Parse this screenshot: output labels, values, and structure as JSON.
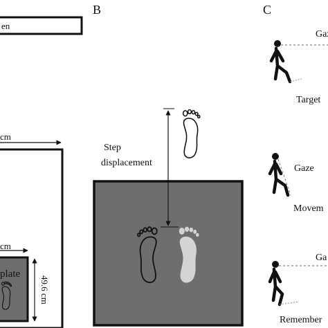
{
  "panels": {
    "a": {
      "screen_label": "en",
      "outer_width_label": "cm",
      "inner_width_label": "cm",
      "plate_label": "plate",
      "height_label": "49.6 cm"
    },
    "b": {
      "letter": "B",
      "step_label_line1": "Step",
      "step_label_line2": "displacement"
    },
    "c": {
      "letter": "C",
      "row1_gaze": "Gaz",
      "row1_caption": "Target",
      "row2_gaze": "Gaze",
      "row2_caption": "Movem",
      "row3_gaze": "Ga",
      "row3_caption": "Remember"
    }
  },
  "colors": {
    "plate_fill": "#6e6e6e",
    "foot_light": "#d4d4d4",
    "ink": "#111111",
    "dashed": "#888888"
  }
}
